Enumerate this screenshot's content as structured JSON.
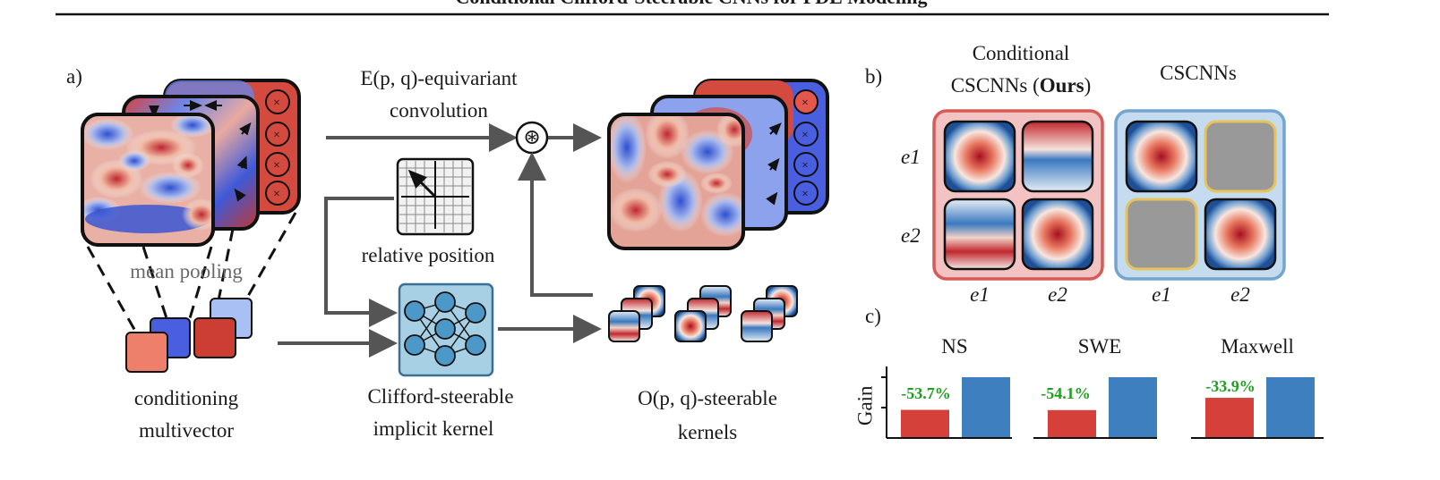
{
  "header": {
    "title": "Conditional Clifford-Steerable CNNs for PDE Modeling"
  },
  "panel_a": {
    "label": "a)",
    "conv_label_line1": "E(p, q)-equivariant",
    "conv_label_line2": "convolution",
    "conv_symbol": "⊛",
    "relative_position": "relative position",
    "mean_pooling": "mean pooling",
    "conditioning_line1": "conditioning",
    "conditioning_line2": "multivector",
    "kernel_line1": "Clifford-steerable",
    "kernel_line2": "implicit kernel",
    "steerable_line1": "O(p, q)-steerable",
    "steerable_line2": "kernels"
  },
  "panel_b": {
    "label": "b)",
    "ours_line1": "Conditional",
    "ours_line2_prefix": "CSCNNs (",
    "ours_line2_bold": "Ours",
    "ours_line2_suffix": ")",
    "baseline_title": "CSCNNs",
    "row_labels": [
      "e1",
      "e2"
    ],
    "col_labels_ours": [
      "e1",
      "e2"
    ],
    "col_labels_base": [
      "e1",
      "e2"
    ]
  },
  "panel_c": {
    "label": "c)",
    "ylabel": "Gain",
    "charts": [
      {
        "title": "NS",
        "gain_label": "-53.7%"
      },
      {
        "title": "SWE",
        "gain_label": "-54.1%"
      },
      {
        "title": "Maxwell",
        "gain_label": "-33.9%"
      }
    ]
  },
  "colors": {
    "red": "#d4403a",
    "blue": "#4a5fe0",
    "bar_red": "#d6403a",
    "bar_blue": "#3e7fc0",
    "gain_green": "#1f9e1f",
    "ours_bg": "#f3c3c3",
    "base_bg": "#c5dbef",
    "gray_kernel": "#999999",
    "yellow_border": "#e6c45a"
  },
  "chart_data": [
    {
      "type": "bar",
      "title": "NS",
      "categories": [
        "Conditional CSCNNs",
        "CSCNNs"
      ],
      "values": [
        46.3,
        100
      ],
      "annotations": [
        "-53.7%"
      ],
      "ylabel": "Gain",
      "ylim": [
        0,
        100
      ]
    },
    {
      "type": "bar",
      "title": "SWE",
      "categories": [
        "Conditional CSCNNs",
        "CSCNNs"
      ],
      "values": [
        45.9,
        100
      ],
      "annotations": [
        "-54.1%"
      ],
      "ylabel": "",
      "ylim": [
        0,
        100
      ]
    },
    {
      "type": "bar",
      "title": "Maxwell",
      "categories": [
        "Conditional CSCNNs",
        "CSCNNs"
      ],
      "values": [
        66.1,
        100
      ],
      "annotations": [
        "-33.9%"
      ],
      "ylabel": "",
      "ylim": [
        0,
        100
      ]
    }
  ]
}
